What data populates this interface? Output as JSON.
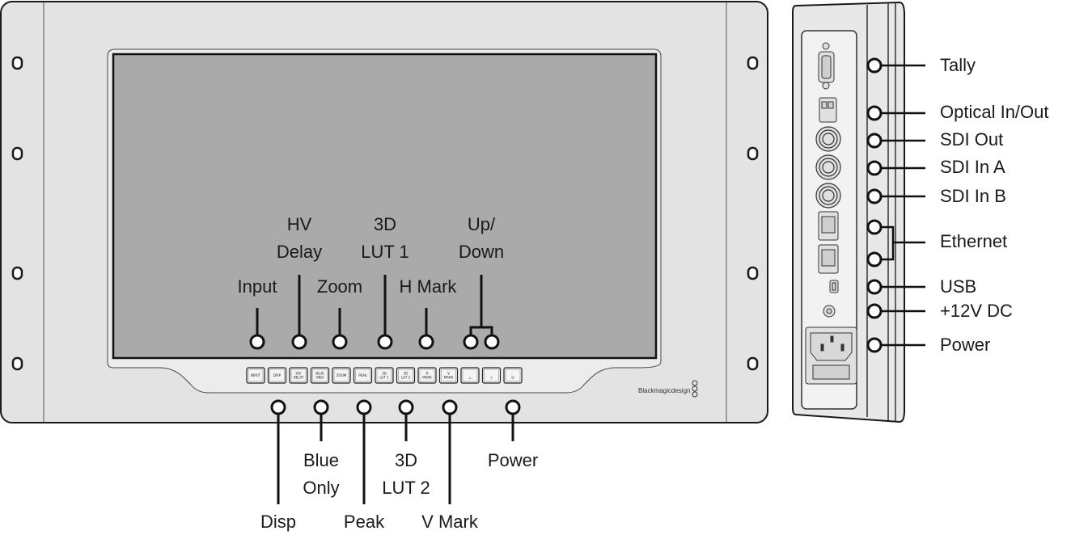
{
  "front_labels_above": [
    {
      "id": "input",
      "lines": [
        "Input"
      ]
    },
    {
      "id": "hv-delay",
      "lines": [
        "HV",
        "Delay"
      ]
    },
    {
      "id": "zoom",
      "lines": [
        "Zoom"
      ]
    },
    {
      "id": "3d-lut-1",
      "lines": [
        "3D",
        "LUT 1"
      ]
    },
    {
      "id": "h-mark",
      "lines": [
        "H Mark"
      ]
    },
    {
      "id": "up-down",
      "lines": [
        "Up/",
        "Down"
      ]
    }
  ],
  "front_labels_below": [
    {
      "id": "disp",
      "lines": [
        "Disp"
      ]
    },
    {
      "id": "blue-only",
      "lines": [
        "Blue",
        "Only"
      ]
    },
    {
      "id": "peak",
      "lines": [
        "Peak"
      ]
    },
    {
      "id": "3d-lut-2",
      "lines": [
        "3D",
        "LUT 2"
      ]
    },
    {
      "id": "v-mark",
      "lines": [
        "V Mark"
      ]
    },
    {
      "id": "power-front",
      "lines": [
        "Power"
      ]
    }
  ],
  "buttons": [
    {
      "id": "input",
      "text": [
        "INPUT"
      ]
    },
    {
      "id": "disp",
      "text": [
        "DISP"
      ]
    },
    {
      "id": "hv-delay",
      "text": [
        "H/V",
        "DELAY"
      ]
    },
    {
      "id": "blue-only",
      "text": [
        "BLUE",
        "ONLY"
      ]
    },
    {
      "id": "zoom",
      "text": [
        "ZOOM"
      ]
    },
    {
      "id": "peak",
      "text": [
        "PEAK"
      ]
    },
    {
      "id": "3d-lut-1",
      "text": [
        "3D",
        "LUT 1"
      ]
    },
    {
      "id": "3d-lut-2",
      "text": [
        "3D",
        "LUT 2"
      ]
    },
    {
      "id": "h-mark",
      "text": [
        "H",
        "MARK"
      ]
    },
    {
      "id": "v-mark",
      "text": [
        "V",
        "MARK"
      ]
    },
    {
      "id": "up",
      "text": [
        "△"
      ]
    },
    {
      "id": "down",
      "text": [
        "▽"
      ]
    },
    {
      "id": "power",
      "text": [
        "⏻"
      ]
    }
  ],
  "brand": "Blackmagicdesign",
  "side_labels": [
    {
      "id": "tally",
      "text": "Tally"
    },
    {
      "id": "optical",
      "text": "Optical In/Out"
    },
    {
      "id": "sdi-out",
      "text": "SDI Out"
    },
    {
      "id": "sdi-in-a",
      "text": "SDI In A"
    },
    {
      "id": "sdi-in-b",
      "text": "SDI In B"
    },
    {
      "id": "ethernet",
      "text": "Ethernet"
    },
    {
      "id": "usb",
      "text": "USB"
    },
    {
      "id": "dc",
      "text": "+12V DC"
    },
    {
      "id": "power-side",
      "text": "Power"
    }
  ]
}
